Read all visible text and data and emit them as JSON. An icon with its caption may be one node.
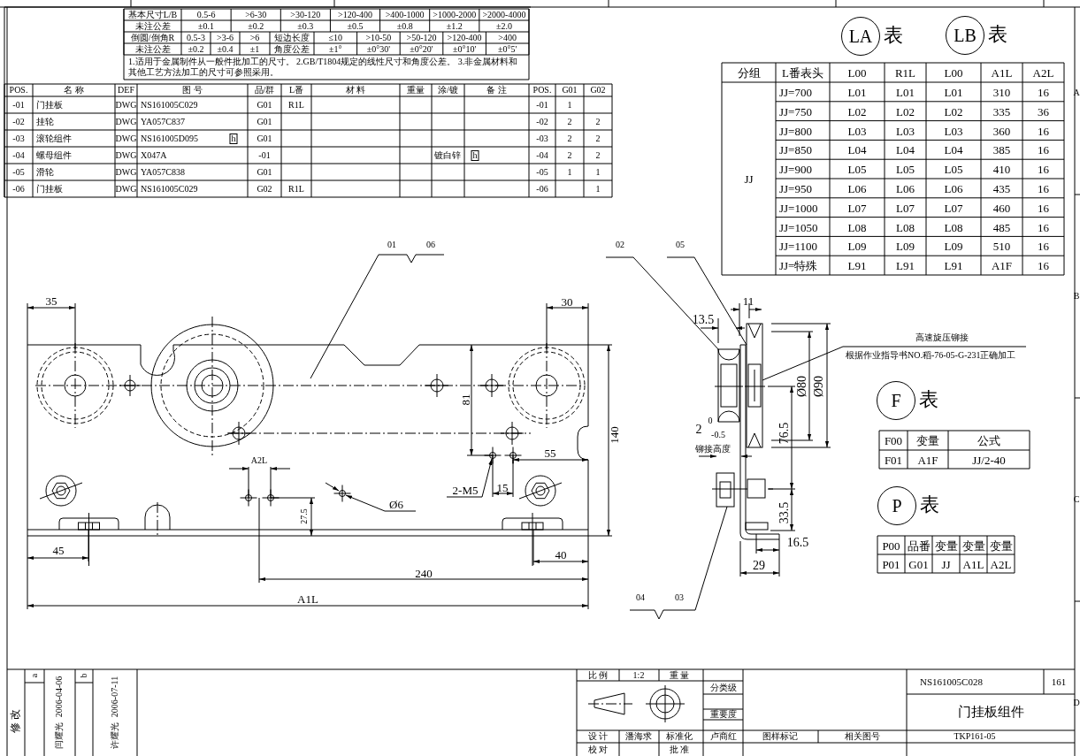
{
  "diagram": {
    "nodes": [
      {
        "text": [
          "LA"
        ],
        "beside": [
          "表"
        ]
      },
      {
        "text": [
          "LB"
        ],
        "beside": [
          "表"
        ]
      },
      {
        "text": [
          "01",
          "06"
        ]
      },
      {
        "text": [
          "02"
        ]
      },
      {
        "text": [
          "05"
        ]
      },
      {
        "text": [
          "高速旋压铆接",
          "根据作业指导书NO.稻-76-05-G-231正确加工"
        ]
      },
      {
        "text": [
          "F"
        ],
        "beside": [
          "表"
        ]
      },
      {
        "text": [
          "P"
        ],
        "beside": [
          "表"
        ]
      },
      {
        "text": [
          "04",
          "03"
        ]
      },
      {
        "text": [
          "2-M5"
        ]
      },
      {
        "text": [
          "Ø6"
        ]
      },
      {
        "text": [],
        "shape": "picture"
      },
      {
        "text": [],
        "shape": "picture"
      },
      {
        "text": [],
        "shape": "picture"
      }
    ],
    "edges": [
      {
        "from": 2,
        "to": null,
        "arrow": "none"
      },
      {
        "from": 3,
        "to": 11,
        "arrow": "none"
      },
      {
        "from": 4,
        "to": 12,
        "arrow": "none"
      },
      {
        "from": 5,
        "to": 12,
        "arrow": "none"
      },
      {
        "from": 8,
        "to": 13,
        "arrow": "none"
      },
      {
        "from": 9,
        "to": null,
        "arrow": "to"
      },
      {
        "from": 10,
        "to": null,
        "arrow": "to"
      }
    ],
    "labels": [
      "基本尺寸L/B",
      "0.5-6",
      ">6-30",
      ">30-120",
      ">120-400",
      ">400-1000",
      ">1000-2000",
      ">2000-4000",
      "未注公差",
      "±0.1",
      "±0.2",
      "±0.3",
      "±0.5",
      "±0.8",
      "±1.2",
      "±2.0",
      "倒圆/倒角R",
      "0.5-3",
      ">3-6",
      ">6",
      "短边长度",
      "≤10",
      ">10-50",
      ">50-120",
      ">120-400",
      ">400",
      "未注公差",
      "±0.2",
      "±0.4",
      "±1",
      "角度公差",
      "±1°",
      "±0°30'",
      "±0°20'",
      "±0°10'",
      "±0°5'",
      "1.适用于金属制件从一般件批加工的尺寸。 2.GB/T1804规定的线性尺寸和角度公差。 3.非金属材料和其他工艺方法加工的尺寸可参照采用。",
      "POS.",
      "名 称",
      "DEF",
      "图 号",
      "品/群",
      "L番",
      "材 料",
      "重量",
      "涂/镀",
      "备 注",
      "POS.",
      "G01",
      "G02",
      "-01",
      "门挂板",
      "DWG",
      "NS161005C029",
      "G01",
      "R1L",
      "-01",
      "1",
      "-02",
      "挂轮",
      "DWG",
      "YA057C837",
      "G01",
      "-02",
      "2",
      "2",
      "-03",
      "滚轮组件",
      "DWG",
      "NS161005D095",
      "h",
      "G01",
      "-03",
      "2",
      "2",
      "-04",
      "螺母组件",
      "DWG",
      "X047A",
      "-01",
      "镀白锌",
      "h",
      "-04",
      "2",
      "2",
      "-05",
      "滑轮",
      "DWG",
      "YA057C838",
      "G01",
      "-05",
      "1",
      "1",
      "-06",
      "门挂板",
      "DWG",
      "NS161005C029",
      "G02",
      "R1L",
      "-06",
      "1",
      "分组",
      "L番表头",
      "L00",
      "R1L",
      "L00",
      "A1L",
      "A2L",
      "JJ",
      "JJ=700",
      "L01",
      "L01",
      "L01",
      "310",
      "16",
      "JJ=750",
      "L02",
      "L02",
      "L02",
      "335",
      "36",
      "JJ=800",
      "L03",
      "L03",
      "L03",
      "360",
      "16",
      "JJ=850",
      "L04",
      "L04",
      "L04",
      "385",
      "16",
      "JJ=900",
      "L05",
      "L05",
      "L05",
      "410",
      "16",
      "JJ=950",
      "L06",
      "L06",
      "L06",
      "435",
      "16",
      "JJ=1000",
      "L07",
      "L07",
      "L07",
      "460",
      "16",
      "JJ=1050",
      "L08",
      "L08",
      "L08",
      "485",
      "16",
      "JJ=1100",
      "L09",
      "L09",
      "L09",
      "510",
      "16",
      "JJ=特殊",
      "L91",
      "L91",
      "L91",
      "A1F",
      "16",
      "35",
      "30",
      "81",
      "140",
      "A2L",
      "55",
      "15",
      "27.5",
      "45",
      "40",
      "240",
      "A1L",
      "13.5",
      "11",
      "Ø80",
      "Ø90",
      "76.5",
      "2",
      "0",
      "-0.5",
      "铆接高度",
      "33.5",
      "16.5",
      "29",
      "F00",
      "变量",
      "公式",
      "F01",
      "A1F",
      "JJ/2-40",
      "P00",
      "品番",
      "变量",
      "变量",
      "变量",
      "P01",
      "G01",
      "JJ",
      "A1L",
      "A2L",
      "比 例",
      "1:2",
      "重 量",
      "NS161005C028",
      "161",
      "分类级",
      "重要度",
      "门挂板组件",
      "设 计",
      "潘海求",
      "标准化",
      "卢商红",
      "图样标记",
      "相关图号",
      "TKP161-05",
      "校 对",
      "批 准",
      "修 改",
      "a",
      "2006-04-06",
      "闫耀光",
      "b",
      "2006-07-11",
      "许耀光",
      "A",
      "B",
      "C",
      "D"
    ]
  }
}
